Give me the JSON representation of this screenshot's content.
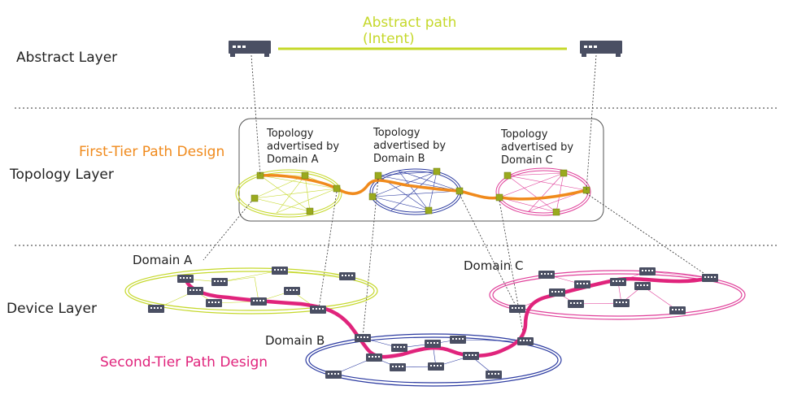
{
  "layers": {
    "abstract": "Abstract Layer",
    "topology": "Topology Layer",
    "device": "Device Layer"
  },
  "abstract_path": {
    "line1": "Abstract path",
    "line2": "(Intent)"
  },
  "first_tier": "First-Tier Path Design",
  "second_tier": "Second-Tier Path Design",
  "topology_labels": {
    "a": [
      "Topology",
      "advertised by",
      "Domain A"
    ],
    "b": [
      "Topology",
      "advertised by",
      "Domain B"
    ],
    "c": [
      "Topology",
      "advertised by",
      "Domain C"
    ]
  },
  "domains": {
    "a": "Domain A",
    "b": "Domain B",
    "c": "Domain C"
  },
  "colors": {
    "abstract_path": "#c5d82a",
    "domain_a": "#c5d82a",
    "domain_b": "#2b3aa0",
    "domain_c": "#e0409a",
    "first_tier": "#f08a1c",
    "second_tier": "#e0247c",
    "node": "#9aaa1e",
    "device": "#4a4f63"
  },
  "icons": {
    "endpoint": "router-icon",
    "device": "switch-icon"
  }
}
